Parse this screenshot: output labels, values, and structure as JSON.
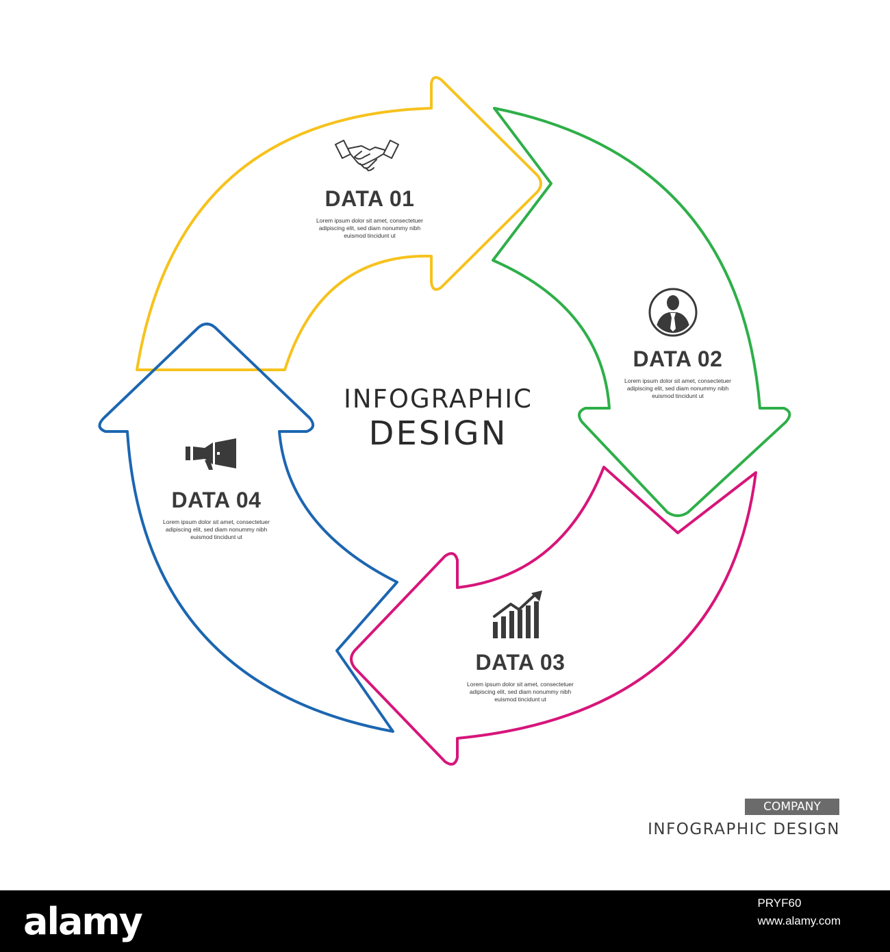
{
  "colors": {
    "segment_1": "#f6c21d",
    "segment_2": "#2eaf49",
    "segment_3": "#d7157a",
    "segment_4": "#1c66b1",
    "icon": "#3a3a3a",
    "badge": "#6b6b6b"
  },
  "center": {
    "line1": "INFOGRAPHIC",
    "line2": "DESIGN"
  },
  "items": [
    {
      "title": "DATA 01",
      "icon": "handshake-icon",
      "body": [
        "Lorem ipsum dolor sit amet, consectetuer",
        "adipiscing elit, sed diam nonummy nibh",
        "euismod tincidunt ut"
      ]
    },
    {
      "title": "DATA 02",
      "icon": "businessman-icon",
      "body": [
        "Lorem ipsum dolor sit amet, consectetuer",
        "adipiscing elit, sed diam nonummy nibh",
        "euismod tincidunt ut"
      ]
    },
    {
      "title": "DATA 03",
      "icon": "growth-chart-icon",
      "body": [
        "Lorem ipsum dolor sit amet, consectetuer",
        "adipiscing elit, sed diam nonummy nibh",
        "euismod tincidunt ut"
      ]
    },
    {
      "title": "DATA 04",
      "icon": "megaphone-icon",
      "body": [
        "Lorem ipsum dolor sit amet, consectetuer",
        "adipiscing elit, sed diam nonummy nibh",
        "euismod tincidunt ut"
      ]
    }
  ],
  "company": {
    "badge": "COMPANY",
    "subtitle": "INFOGRAPHIC DESIGN"
  },
  "footer": {
    "logo": "alamy",
    "image_id": "PRYF60",
    "url": "www.alamy.com"
  }
}
